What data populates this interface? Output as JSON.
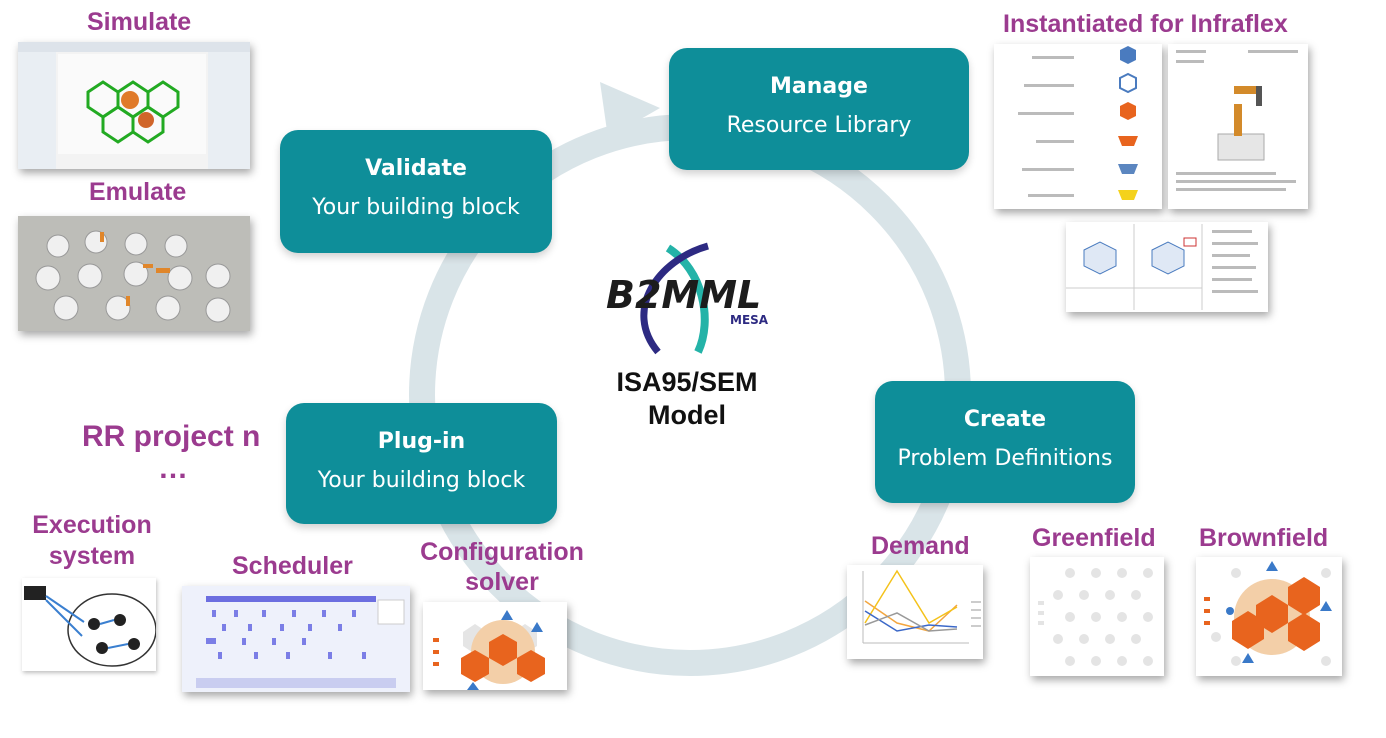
{
  "cycle": {
    "manage": {
      "title": "Manage",
      "subtitle": "Resource Library"
    },
    "validate": {
      "title": "Validate",
      "subtitle": "Your building block"
    },
    "create": {
      "title": "Create",
      "subtitle": "Problem Definitions"
    },
    "plugin": {
      "title": "Plug-in",
      "subtitle": "Your building block"
    }
  },
  "center": {
    "logo_text": "B2MML",
    "logo_sub": "MESA",
    "line1": "ISA95/SEM",
    "line2": "Model"
  },
  "labels": {
    "simulate": "Simulate",
    "emulate": "Emulate",
    "instantiated": "Instantiated for Infraflex",
    "rr_project": "RR project n",
    "ellipsis": "…",
    "execution_line1": "Execution",
    "execution_line2": "system",
    "scheduler": "Scheduler",
    "config_line1": "Configuration",
    "config_line2": "solver",
    "demand": "Demand",
    "greenfield": "Greenfield",
    "brownfield": "Brownfield"
  },
  "colors": {
    "box": "#0e8e99",
    "label": "#9b3b8f",
    "ring": "#d9e4e8"
  }
}
